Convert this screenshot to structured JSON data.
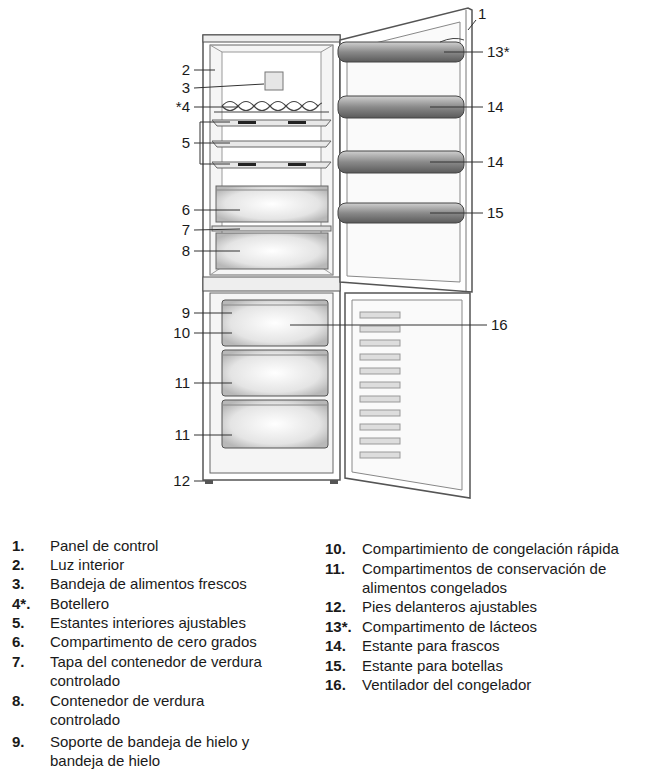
{
  "diagram": {
    "labels": [
      "1",
      "2",
      "3",
      "*4",
      "5",
      "6",
      "7",
      "8",
      "13*",
      "14",
      "14",
      "15",
      "9",
      "10",
      "16",
      "11",
      "11",
      "12",
      "1.",
      "Panel de control",
      "2.",
      "Luz interior",
      "3.",
      "Bandeja de alimentos frescos",
      "4*.",
      "Botellero",
      "5.",
      "Estantes interiores ajustables",
      "6.",
      "Compartimento de cero grados",
      "7.",
      "Tapa del contenedor de verdura controlado",
      "8.",
      "Contenedor de verdura controlado",
      "9.",
      "Soporte de bandeja de hielo y bandeja de hielo",
      "10.",
      "Compartimiento de congelación rápida",
      "11.",
      "Compartimentos de conservación de alimentos congelados",
      "12.",
      "Pies delanteros ajustables",
      "13*.",
      "Compartimento de lácteos",
      "14.",
      "Estante para frascos",
      "15.",
      "Estante para botellas",
      "16.",
      "Ventilador del congelador"
    ]
  }
}
